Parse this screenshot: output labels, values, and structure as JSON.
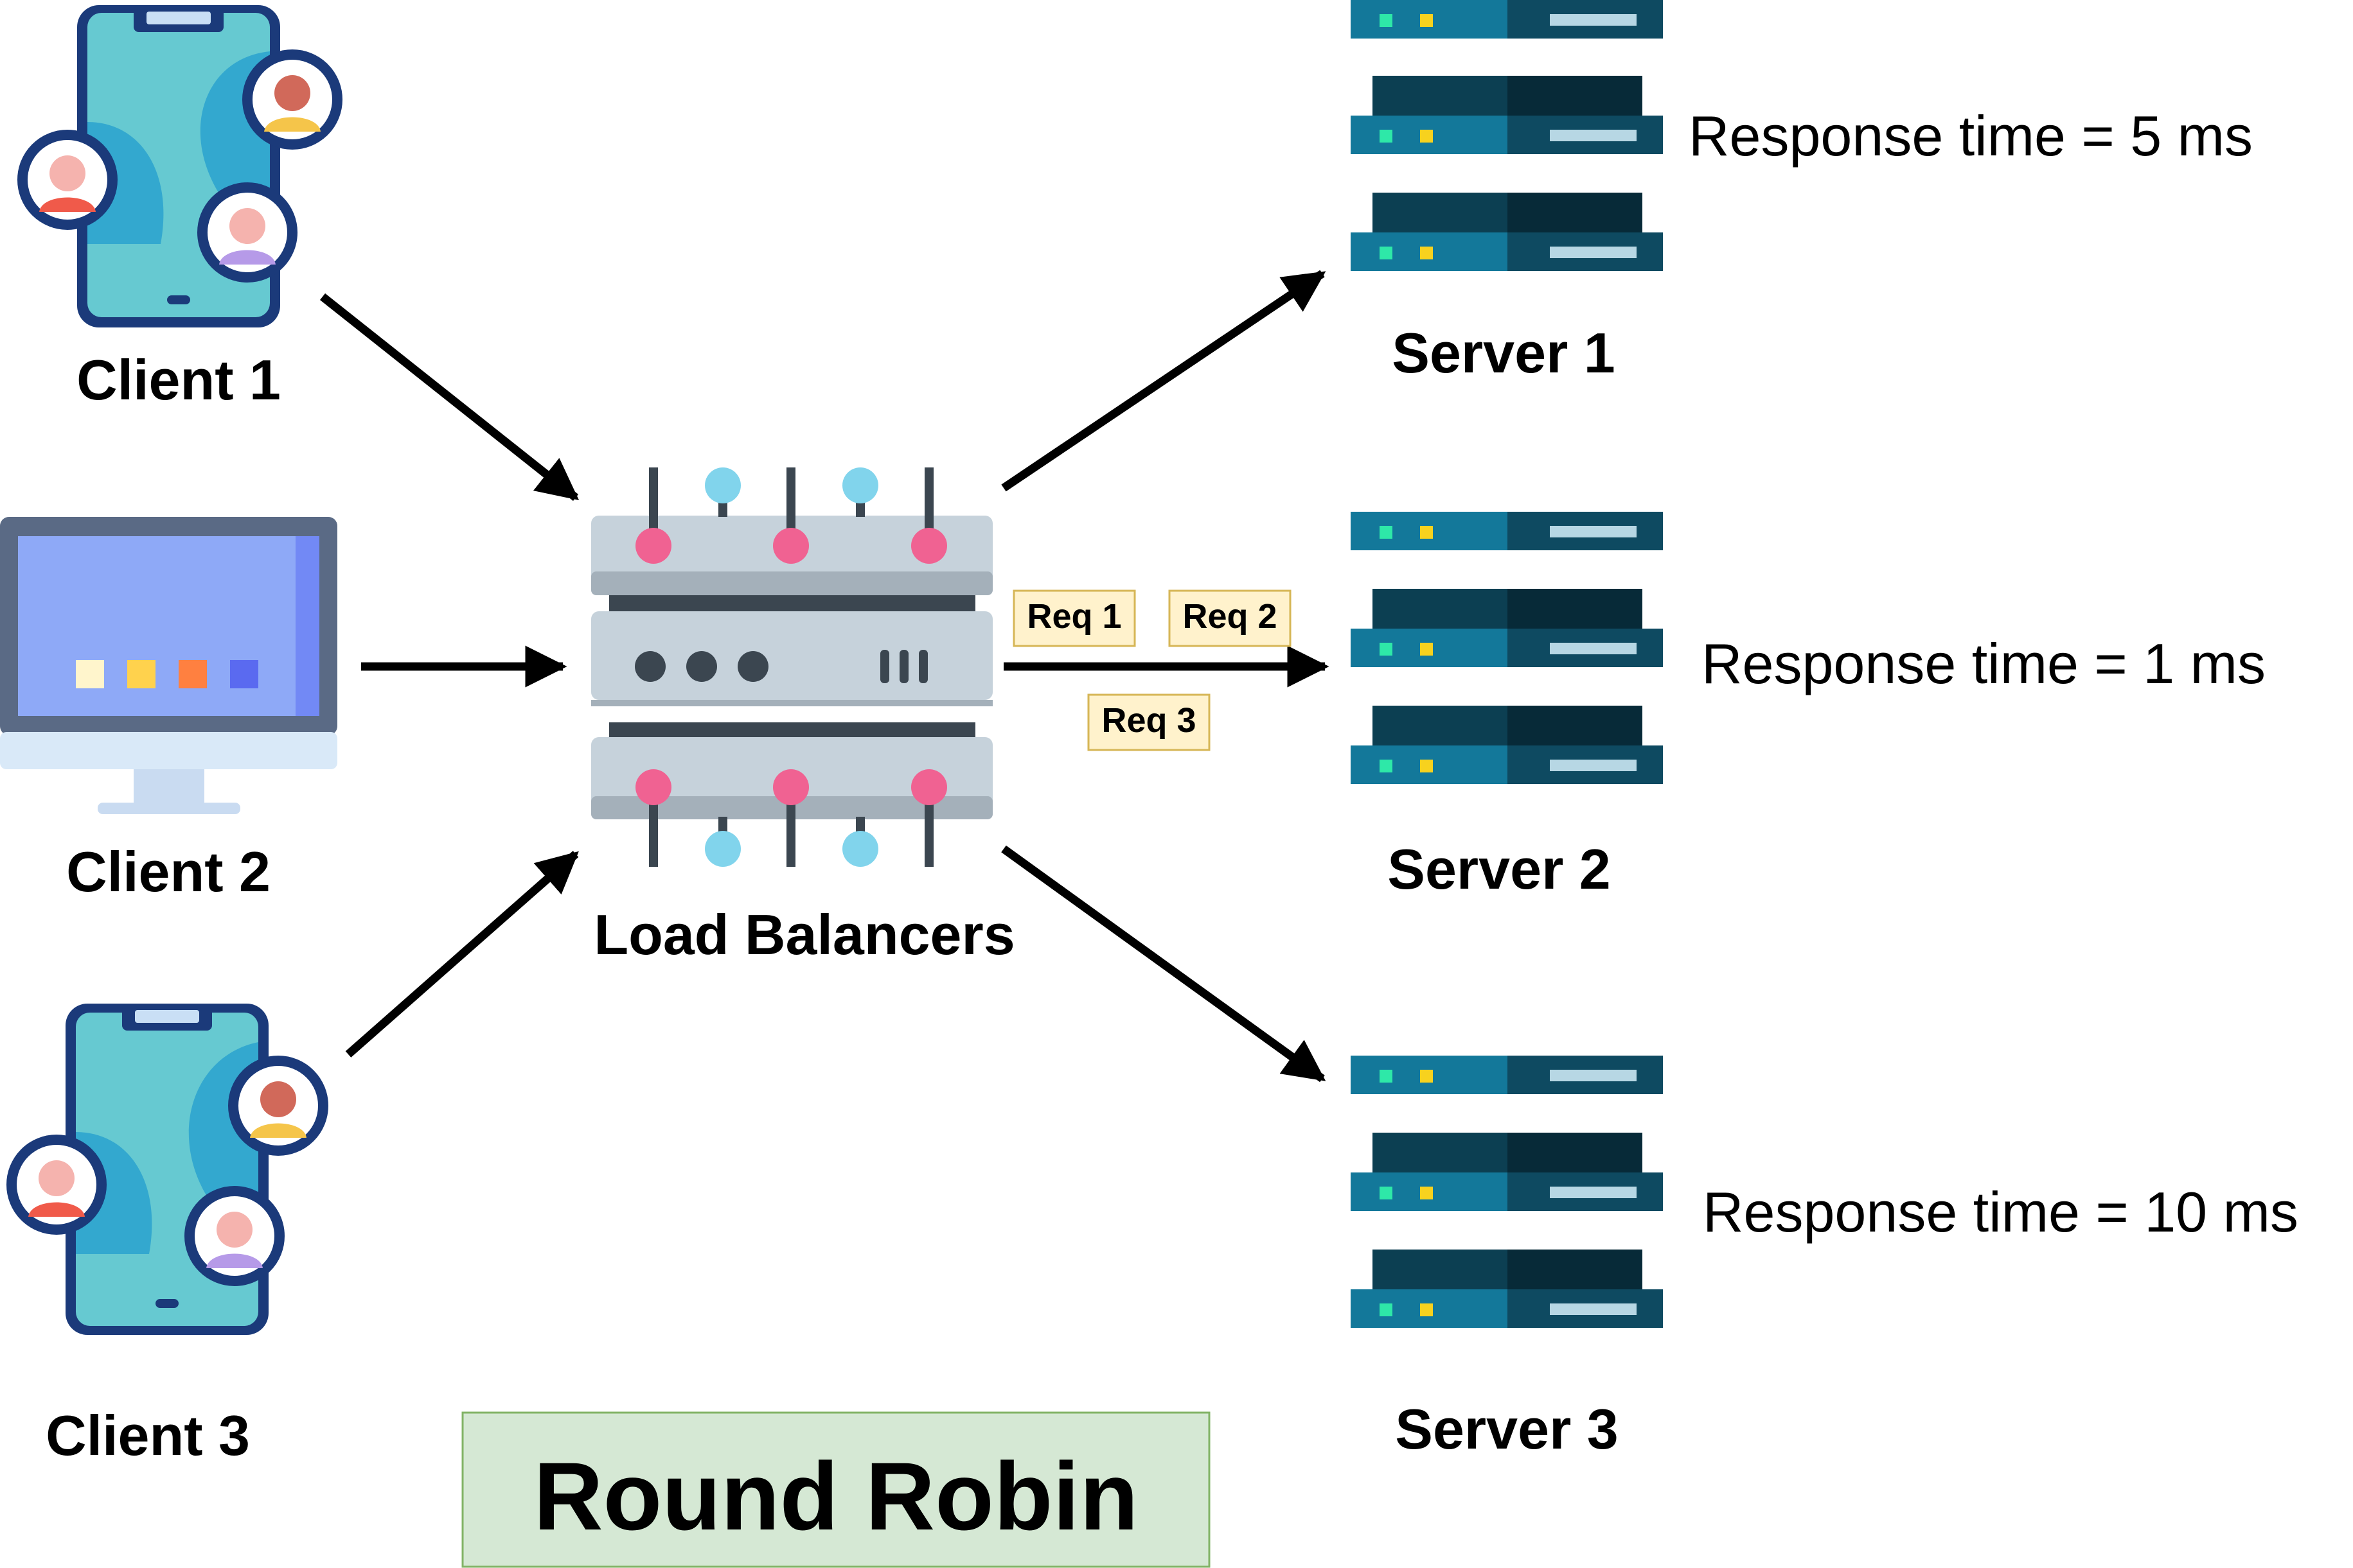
{
  "clients": [
    {
      "label": "Client 1",
      "kind": "phone"
    },
    {
      "label": "Client 2",
      "kind": "desktop"
    },
    {
      "label": "Client 3",
      "kind": "phone"
    }
  ],
  "load_balancer": {
    "label": "Load Balancers"
  },
  "servers": [
    {
      "label": "Server 1",
      "response": "Response time = 5 ms"
    },
    {
      "label": "Server 2",
      "response": "Response time = 1 ms"
    },
    {
      "label": "Server 3",
      "response": "Response time = 10 ms"
    }
  ],
  "requests": [
    "Req 1",
    "Req 2",
    "Req 3"
  ],
  "algorithm": {
    "title": "Round Robin"
  },
  "colors": {
    "phone_screen": "#66c9d1",
    "phone_frame": "#1b3a7a",
    "desktop_screen": "#8ea9f7",
    "desktop_frame": "#5a6a85",
    "server_light": "#13789a",
    "server_dark": "#0e4a61",
    "lb_body": "#c6d2db",
    "lb_pink": "#f06292",
    "lb_blue": "#81d4ec",
    "req_bg": "#fff2cc",
    "title_bg": "#d5e8d4",
    "arrow": "#000000"
  }
}
